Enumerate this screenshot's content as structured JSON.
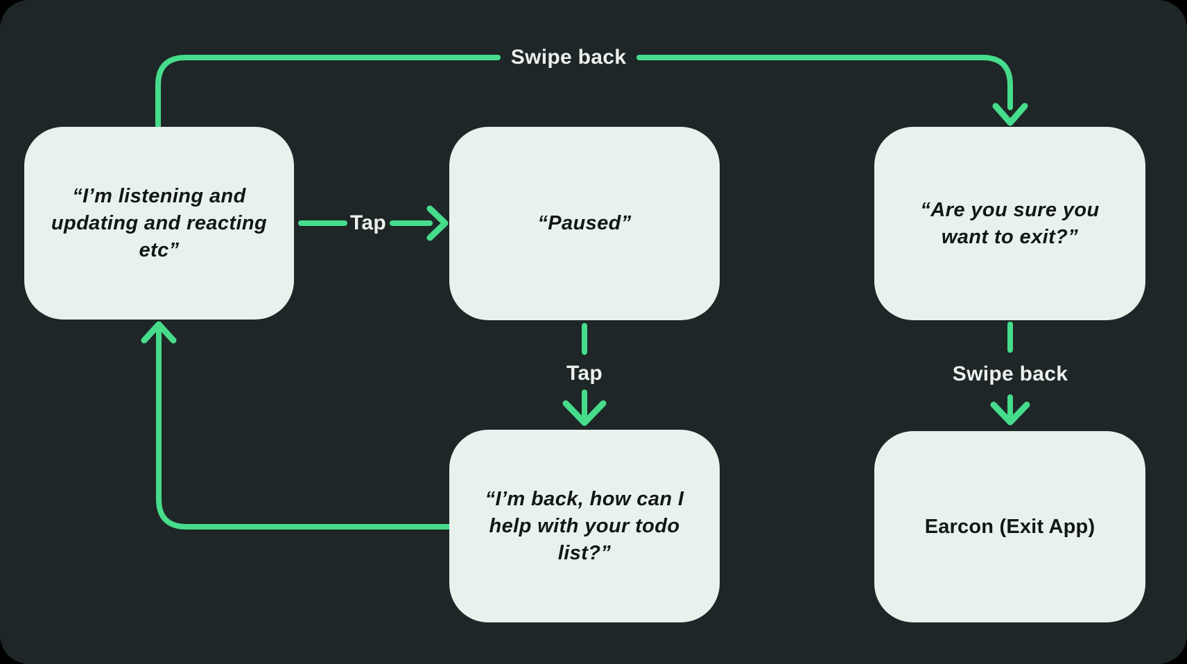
{
  "diagram": {
    "nodes": [
      {
        "id": "listening",
        "lines": [
          "“I’m listening and",
          "updating and reacting",
          "etc”"
        ],
        "style": "quote"
      },
      {
        "id": "paused",
        "lines": [
          "“Paused”"
        ],
        "style": "quote"
      },
      {
        "id": "exit-confirm",
        "lines": [
          "“Are you sure you",
          "want to exit?”"
        ],
        "style": "quote"
      },
      {
        "id": "back",
        "lines": [
          "“I’m back, how can I",
          "help with your todo",
          "list?”"
        ],
        "style": "quote"
      },
      {
        "id": "earcon",
        "lines": [
          "Earcon (Exit App)"
        ],
        "style": "plain"
      }
    ],
    "edges": [
      {
        "label": "Swipe back",
        "from": "listening",
        "to": "exit-confirm",
        "gesture": "swipe"
      },
      {
        "label": "Tap",
        "from": "listening",
        "to": "paused",
        "gesture": "tap"
      },
      {
        "label": "Tap",
        "from": "paused",
        "to": "back",
        "gesture": "tap"
      },
      {
        "label": "",
        "from": "back",
        "to": "listening",
        "gesture": "auto"
      },
      {
        "label": "Swipe back",
        "from": "exit-confirm",
        "to": "earcon",
        "gesture": "swipe"
      }
    ],
    "colors": {
      "background": "#1E2627",
      "outer_corner": "#000000",
      "node_fill": "#E9F1ED",
      "connector_green": "#46DC8C",
      "node_text": "#101715",
      "edge_label_text": "#ECF1EE"
    }
  }
}
